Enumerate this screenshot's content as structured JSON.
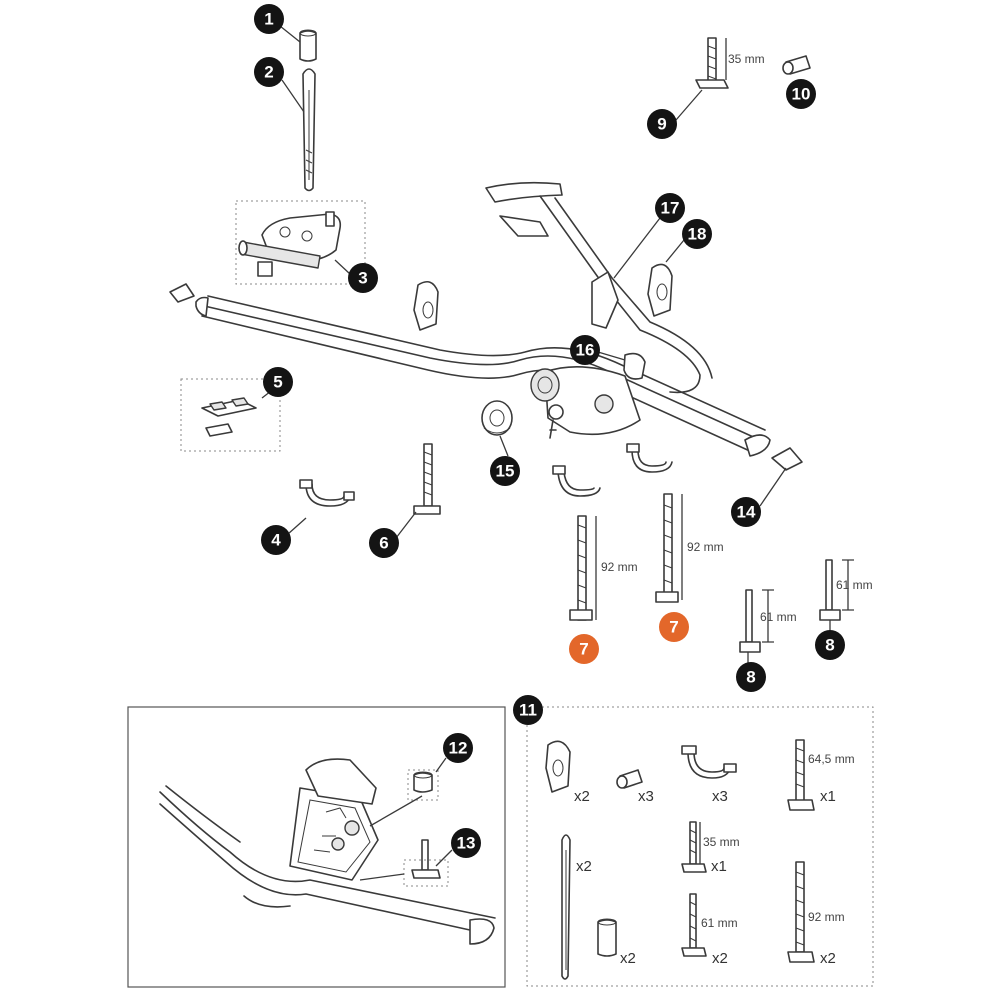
{
  "callouts": {
    "c1": "1",
    "c2": "2",
    "c3": "3",
    "c4": "4",
    "c5": "5",
    "c6": "6",
    "c7a": "7",
    "c7b": "7",
    "c8a": "8",
    "c8b": "8",
    "c9": "9",
    "c10": "10",
    "c11": "11",
    "c12": "12",
    "c13": "13",
    "c14": "14",
    "c15": "15",
    "c16": "16",
    "c17": "17",
    "c18": "18"
  },
  "dimensions": {
    "bolt9": "35 mm",
    "bolt7a": "92 mm",
    "bolt7b": "92 mm",
    "bolt8a": "61 mm",
    "bolt8b": "61 mm"
  },
  "kit": {
    "endcap_qty": "x2",
    "sleeve_qty": "x3",
    "strap_qty": "x3",
    "bolt645_label": "64,5 mm",
    "bolt645_qty": "x1",
    "rod_qty": "x2",
    "bolt35_label": "35 mm",
    "bolt35_qty": "x1",
    "spacer_qty": "x2",
    "bolt61_label": "61 mm",
    "bolt61_qty": "x2",
    "bolt92_label": "92 mm",
    "bolt92_qty": "x2"
  },
  "colors": {
    "callout_default": "#141414",
    "callout_highlight": "#e3672a"
  }
}
